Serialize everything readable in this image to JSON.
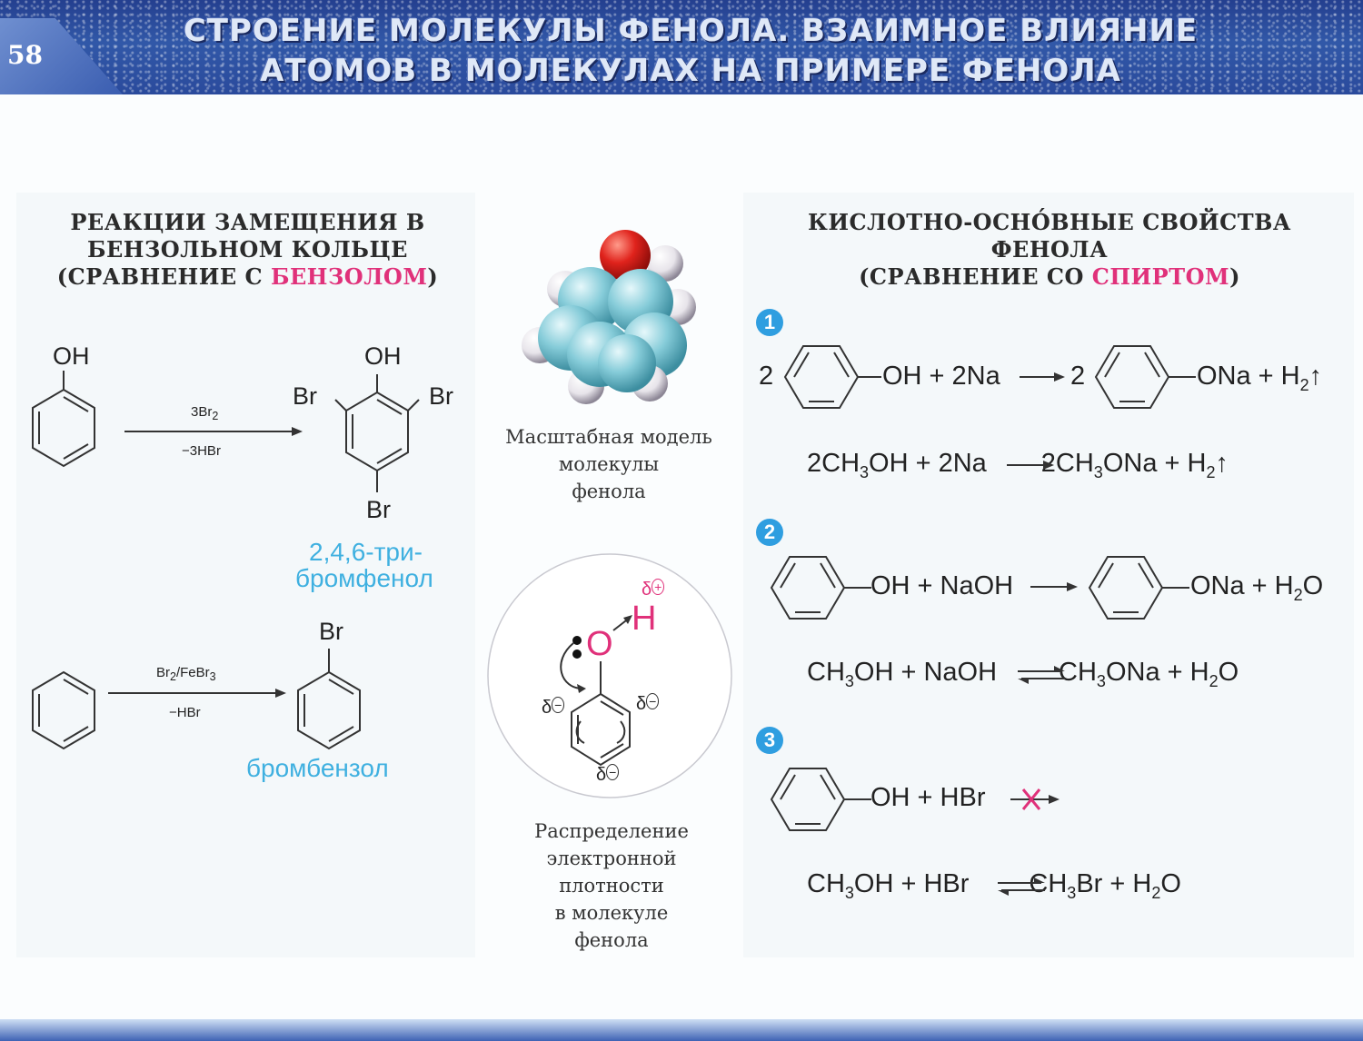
{
  "header": {
    "page_number": "58",
    "title_line1": "СТРОЕНИЕ МОЛЕКУЛЫ ФЕНОЛА. ВЗАИМНОЕ ВЛИЯНИЕ",
    "title_line2": "АТОМОВ В МОЛЕКУЛАХ НА ПРИМЕРЕ ФЕНОЛА"
  },
  "left": {
    "heading_line1": "РЕАКЦИИ ЗАМЕЩЕНИЯ В",
    "heading_line2": "БЕНЗОЛЬНОМ КОЛЬЦЕ",
    "heading_line3_pre": "(СРАВНЕНИЕ С ",
    "heading_line3_hl": "БЕНЗОЛОМ",
    "heading_line3_post": ")",
    "reaction1": {
      "reactant_group": "OH",
      "reagent": "3Br",
      "reagent_sub": "2",
      "byproduct": "−3HBr",
      "product_top": "OH",
      "product_left": "Br",
      "product_right": "Br",
      "product_bottom": "Br",
      "product_name_line1": "2,4,6-три-",
      "product_name_line2": "бромфенол"
    },
    "reaction2": {
      "reagent": "Br",
      "reagent_sub": "2",
      "reagent_mid": "/FeBr",
      "reagent_sub2": "3",
      "byproduct": "−HBr",
      "product_group": "Br",
      "product_name": "бромбензол"
    }
  },
  "middle": {
    "model_caption_line1": "Масштабная модель",
    "model_caption_line2": "молекулы",
    "model_caption_line3": "фенола",
    "density": {
      "delta": "δ",
      "plus": "+",
      "minus": "−",
      "oxygen": "O",
      "hydrogen": "H"
    },
    "density_caption_line1": "Распределение",
    "density_caption_line2": "электронной",
    "density_caption_line3": "плотности",
    "density_caption_line4": "в молекуле",
    "density_caption_line5": "фенола"
  },
  "right": {
    "heading_line1": "КИСЛОТНО-ОСНО́ВНЫЕ СВОЙСТВА",
    "heading_line2": "ФЕНОЛА",
    "heading_line3_pre": "(СРАВНЕНИЕ СО ",
    "heading_line3_hl": "СПИРТОМ",
    "heading_line3_post": ")",
    "items": [
      {
        "number": "1",
        "phenol_coef": "2",
        "phenol_left": "OH + 2Na",
        "phenol_coef2": "2",
        "phenol_right": "ONa + H",
        "phenol_right_sub": "2",
        "phenol_right_tail": "↑",
        "alcohol_parts": [
          "2CH",
          "3",
          "OH + 2Na",
          "2CH",
          "3",
          "ONa + H",
          "2",
          "↑"
        ]
      },
      {
        "number": "2",
        "phenol_left": "OH + NaOH",
        "phenol_right": "ONa + H",
        "phenol_right_sub": "2",
        "phenol_right_tail": "O",
        "alcohol_parts": [
          "CH",
          "3",
          "OH + NaOH",
          "CH",
          "3",
          "ONa + H",
          "2",
          "O"
        ]
      },
      {
        "number": "3",
        "phenol_left": "OH + HBr",
        "alcohol_parts": [
          "CH",
          "3",
          "OH + HBr",
          "CH",
          "3",
          "Br + H",
          "2",
          "O"
        ]
      }
    ]
  },
  "colors": {
    "header_blue": "#2c4c9e",
    "highlight_pink": "#e0317a",
    "name_cyan": "#3fb0e0",
    "badge_blue": "#2f9ee0",
    "oxygen_red": "#d8201c",
    "carbon_teal": "#7fc6d4"
  }
}
